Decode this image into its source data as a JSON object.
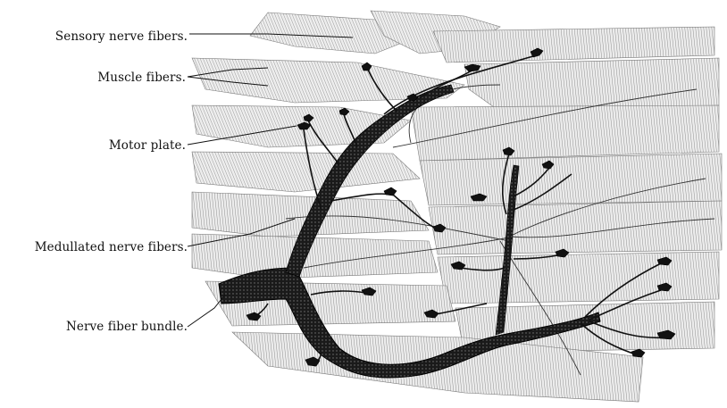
{
  "labels": {
    "sensory_nerve_fibers": "Sensory nerve fibers.",
    "muscle_fibers": "Muscle fibers.",
    "motor_plate": "Motor plate.",
    "medullated_nerve_fibers": "Medullated nerve fibers.",
    "nerve_fiber_bundle": "Nerve fiber bundle."
  },
  "colors": {
    "ink": "#111111",
    "muscle_shade": "#c9c9c9",
    "paper": "#ffffff"
  }
}
